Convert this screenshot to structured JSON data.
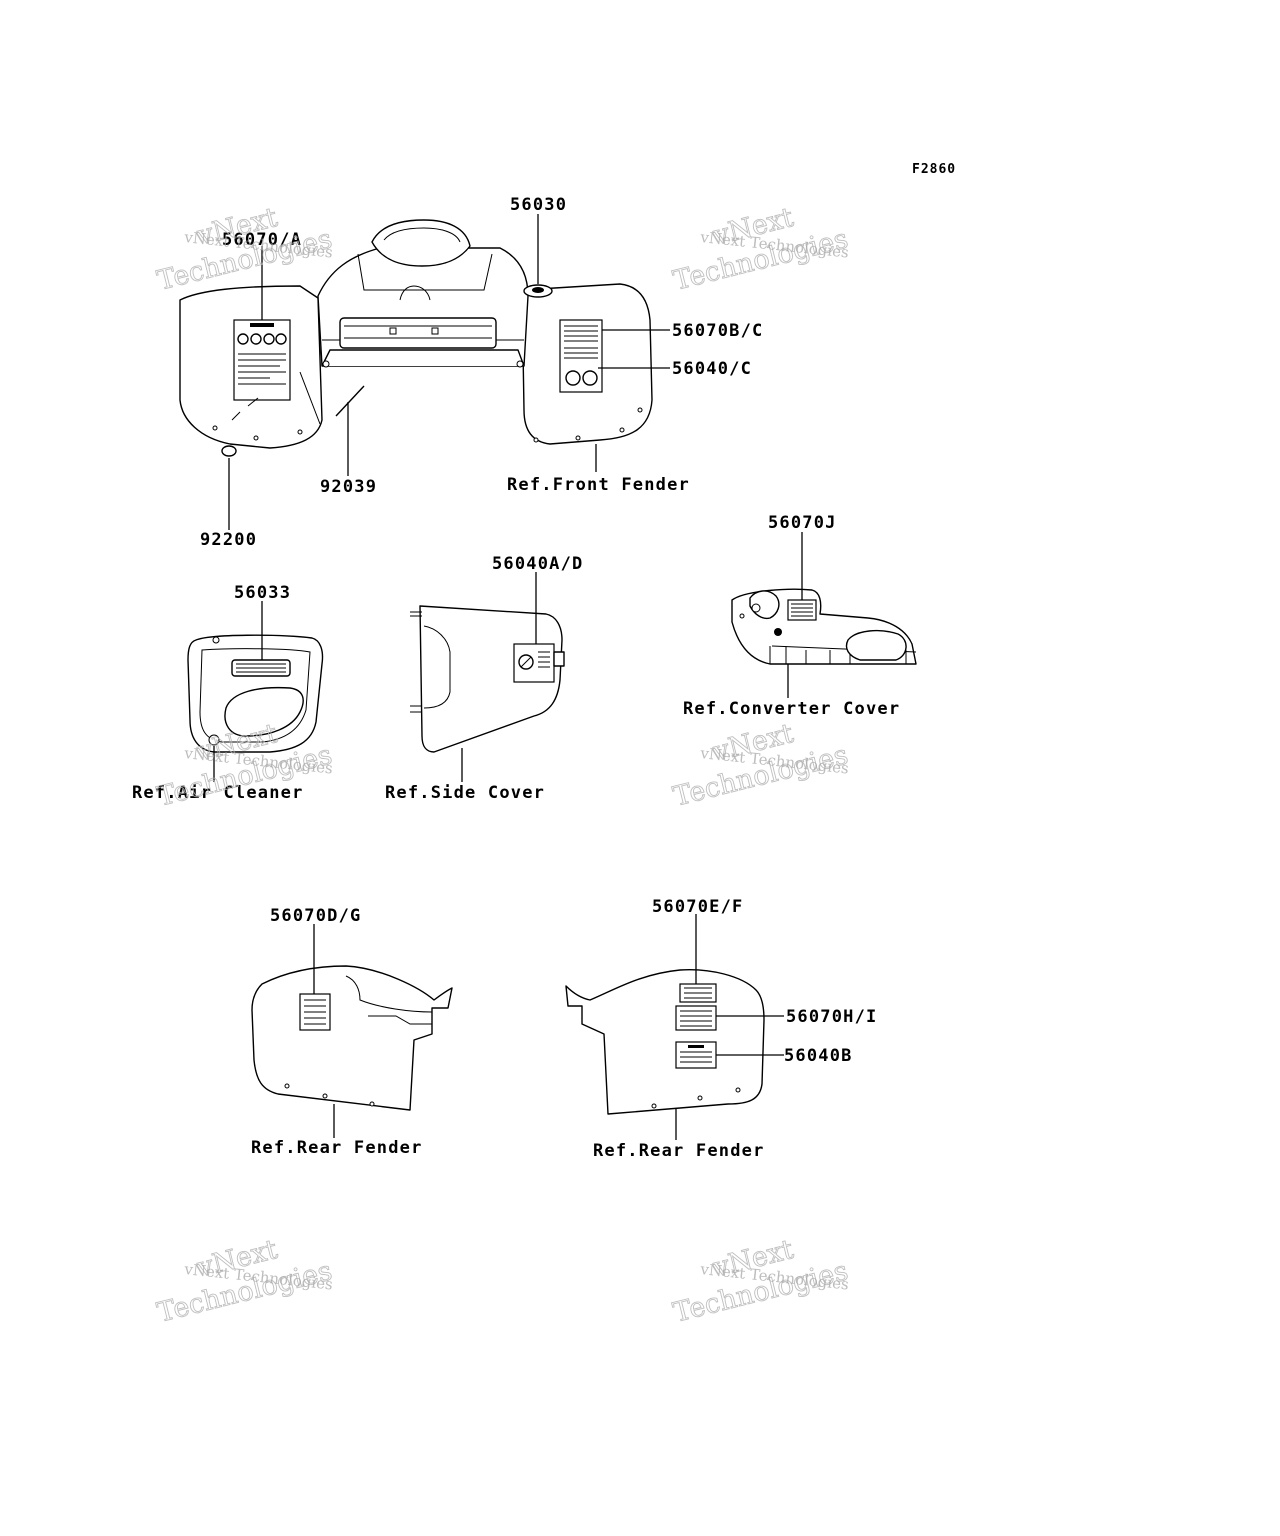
{
  "figure_code": "F2860",
  "callouts": {
    "c56070_A": "56070/A",
    "c56030": "56030",
    "c56070_BC": "56070B/C",
    "c56040_C": "56040/C",
    "c92039": "92039",
    "c92200": "92200",
    "ref_front_fender": "Ref.Front Fender",
    "c56070J": "56070J",
    "c56033": "56033",
    "c56040_AD": "56040A/D",
    "ref_converter_cover": "Ref.Converter Cover",
    "ref_air_cleaner": "Ref.Air Cleaner",
    "ref_side_cover": "Ref.Side Cover",
    "c56070_DG": "56070D/G",
    "c56070_EF": "56070E/F",
    "c56070_HI": "56070H/I",
    "c56040B": "56040B",
    "ref_rear_fender_left": "Ref.Rear Fender",
    "ref_rear_fender_right": "Ref.Rear Fender"
  },
  "watermark": {
    "line_small": "vNext Technologies",
    "word_v": "vNext",
    "word_t": "Technologies"
  },
  "colors": {
    "line": "#000000",
    "background": "#ffffff",
    "watermark": "#b5b5b5"
  }
}
